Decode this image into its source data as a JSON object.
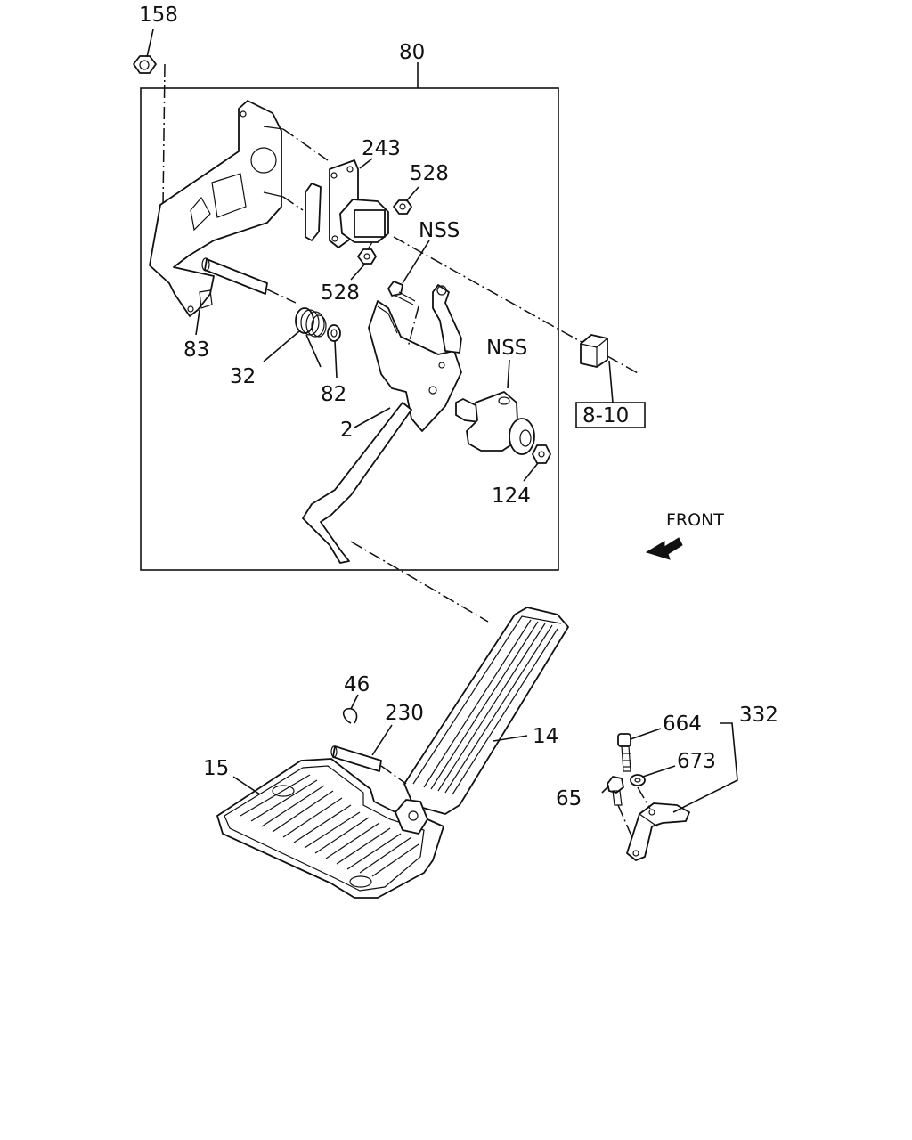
{
  "callouts": {
    "c158": "158",
    "c80": "80",
    "c243": "243",
    "c528a": "528",
    "c528b": "528",
    "cnss1": "NSS",
    "cnss2": "NSS",
    "c83": "83",
    "c32": "32",
    "c82": "82",
    "c2": "2",
    "c124": "124",
    "c810": "8-10",
    "front": "FRONT",
    "c46": "46",
    "c230": "230",
    "c14": "14",
    "c15": "15",
    "c664": "664",
    "c332": "332",
    "c673": "673",
    "c65": "65"
  },
  "colors": {
    "ink": "#111111",
    "paper": "#ffffff"
  },
  "icons": {
    "direction": "front-arrow-icon"
  }
}
